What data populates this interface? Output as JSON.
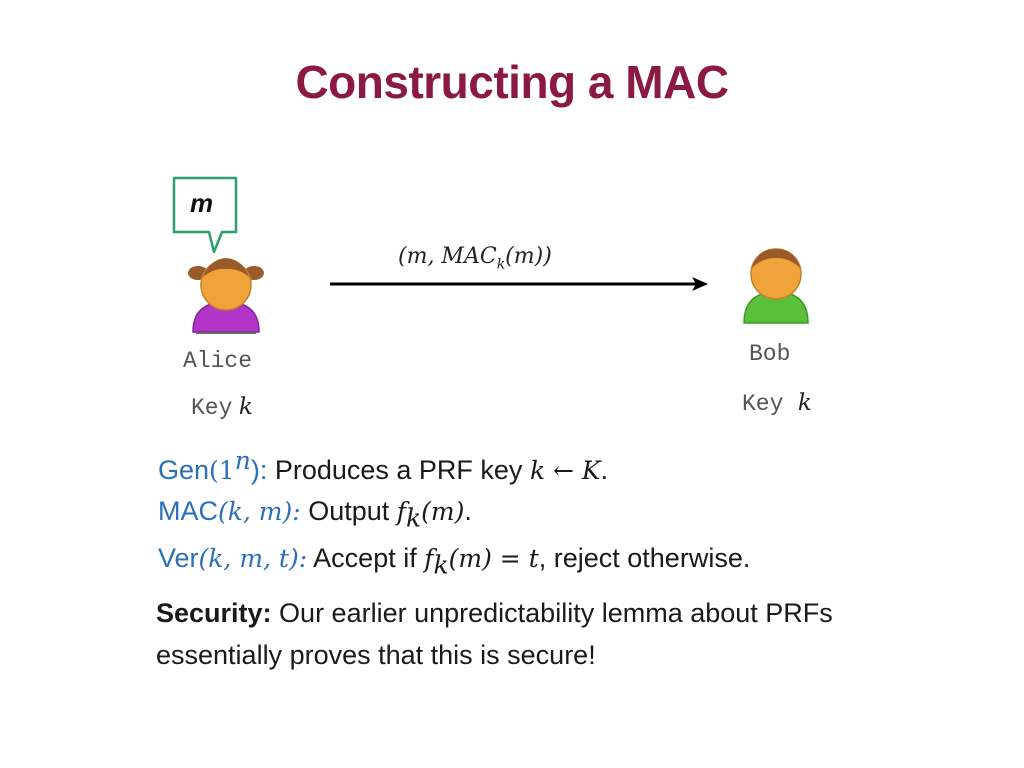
{
  "slide": {
    "title": "Constructing a MAC"
  },
  "diagram": {
    "bubble_text": "m",
    "arrow_label": {
      "prefix": "(m, MAC",
      "sub": "k",
      "suffix": "(m))"
    },
    "alice": {
      "name": "Alice",
      "key_word": "Key",
      "key_var": "k"
    },
    "bob": {
      "name": "Bob",
      "key_word": "Key",
      "key_var": "k"
    },
    "colors": {
      "title": "#8a1a44",
      "definition_name": "#2a6fb8",
      "bubble_border": "#2e9e6b",
      "alice_body": "#b233c8",
      "bob_body": "#5cbf3c",
      "face": "#f0a33a",
      "hair": "#9a5a2a"
    }
  },
  "definitions": [
    {
      "name": "Gen",
      "args": "(1",
      "sup": "n",
      "close": "):",
      "text": " Produces a PRF key ",
      "math": "k ← K",
      "tail": "."
    },
    {
      "name": "MAC",
      "args": "(k, m):",
      "text": " Output ",
      "math_f": "f",
      "math_sub": "k",
      "math_after": "(m)",
      "tail": "."
    },
    {
      "name": "Ver",
      "args": "(k, m, t):",
      "text": " Accept if ",
      "math_f": "f",
      "math_sub": "k",
      "math_after": "(m) = t",
      "tail": ", reject otherwise."
    }
  ],
  "security": {
    "label": "Security:",
    "text": " Our earlier unpredictability lemma about PRFs essentially proves that this is secure!"
  }
}
